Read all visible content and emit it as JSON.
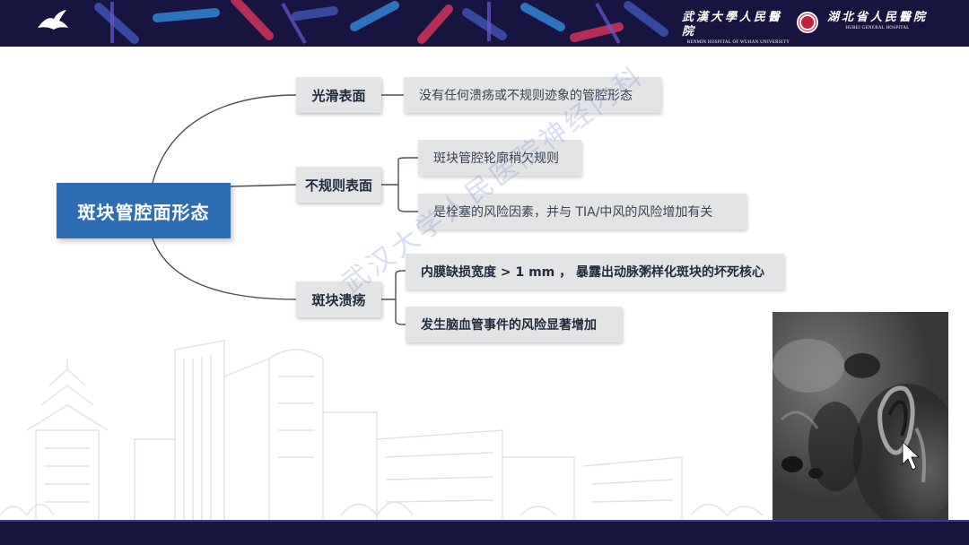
{
  "header": {
    "hospital1_cn": "武漢大學人民醫院",
    "hospital1_en": "RENMIN HOSPITAL OF WUHAN UNIVERSITY",
    "hospital2_cn": "湖北省人民醫院",
    "hospital2_en": "HUBEI    GENERAL    HOSPITAL"
  },
  "mindmap": {
    "root": "斑块管腔面形态",
    "branches": [
      {
        "label": "光滑表面",
        "leaves": [
          {
            "text": "没有任何溃疡或不规则迹象的管腔形态",
            "bold": false
          }
        ]
      },
      {
        "label": "不规则表面",
        "leaves": [
          {
            "text": "斑块管腔轮廓稍欠规则",
            "bold": false
          },
          {
            "text": "是栓塞的风险因素，并与 TIA/中风的风险增加有关",
            "bold": false
          }
        ]
      },
      {
        "label": "斑块溃疡",
        "leaves": [
          {
            "text": "内膜缺损宽度 > 1 mm ， 暴露出动脉粥样化斑块的坏死核心",
            "bold": true
          },
          {
            "text": "发生脑血管事件的风险显著增加",
            "bold": true
          }
        ]
      }
    ]
  },
  "watermark": "武汉大学人民医院神经内科",
  "colors": {
    "header_bg": "#17143f",
    "root_bg": "#2e6db4",
    "node_bg": "#e3e4e6"
  }
}
